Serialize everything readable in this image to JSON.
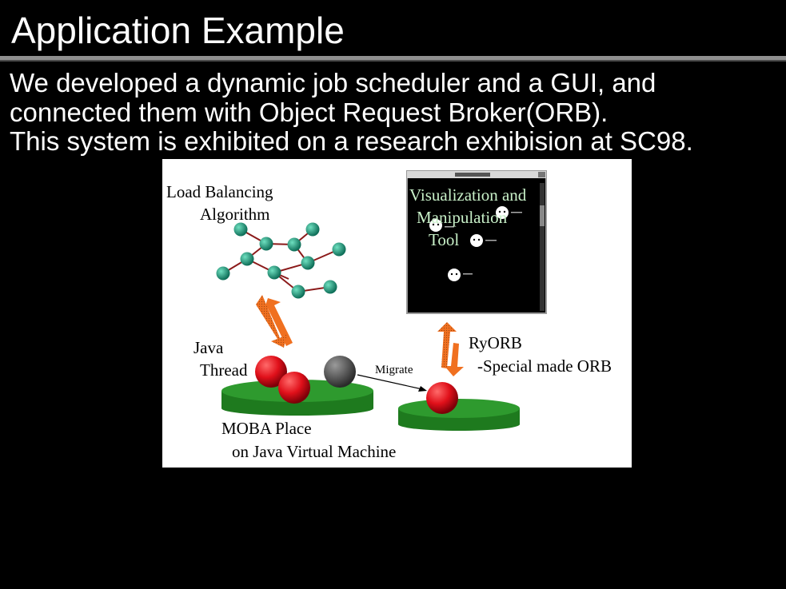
{
  "slide": {
    "title": "Application Example",
    "lines": [
      "We developed a dynamic job scheduler and a GUI, and",
      "connected them with Object Request Broker(ORB).",
      "This system is exhibited on a research exhibision at SC98."
    ]
  },
  "figure": {
    "algo_label_1": "Load Balancing",
    "algo_label_2": "Algorithm",
    "tool_label_1": "Visualization and",
    "tool_label_2": "Manipulation",
    "tool_label_3": "Tool",
    "java_label_1": "Java",
    "java_label_2": "Thread",
    "migrate_label": "Migrate",
    "ryorb_label_1": "RyORB",
    "ryorb_label_2": "-Special made ORB",
    "moba_label_1": "MOBA Place",
    "moba_label_2": "on Java Virtual Machine",
    "colors": {
      "node": "#1a9a7e",
      "edge": "#8b1a1a",
      "thread": "#e0101a",
      "thread_idle": "#555555",
      "platform": "#2e9a2e",
      "arrow": "#f07020",
      "tool_text": "#c8f0c8"
    }
  }
}
